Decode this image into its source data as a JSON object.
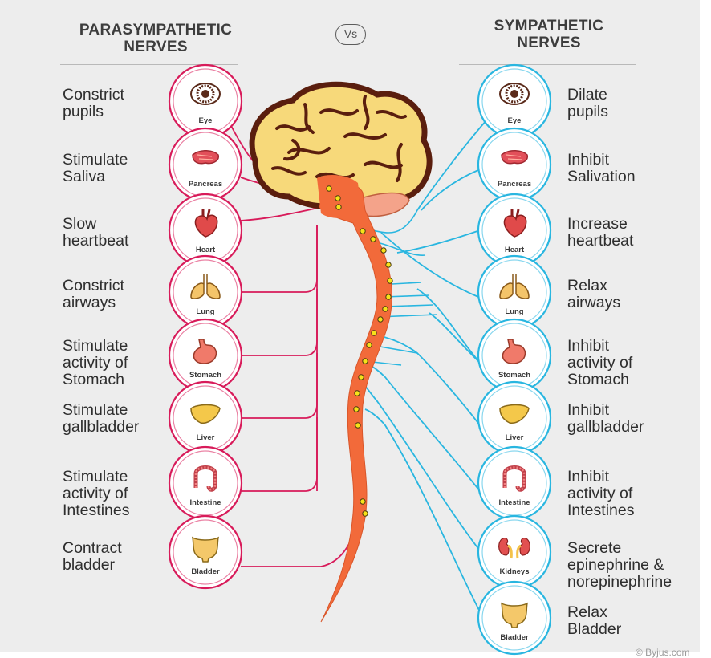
{
  "headers": {
    "left": [
      "PARASYMPATHETIC",
      "NERVES"
    ],
    "right": [
      "SYMPATHETIC",
      "NERVES"
    ],
    "vs": "Vs"
  },
  "parasympathetic": [
    {
      "organ": "Eye",
      "lines": [
        "Constrict",
        "pupils"
      ]
    },
    {
      "organ": "Pancreas",
      "lines": [
        "Stimulate",
        "Saliva"
      ]
    },
    {
      "organ": "Heart",
      "lines": [
        "Slow",
        "heartbeat"
      ]
    },
    {
      "organ": "Lung",
      "lines": [
        "Constrict",
        "airways"
      ]
    },
    {
      "organ": "Stomach",
      "lines": [
        "Stimulate",
        "activity of",
        "Stomach"
      ]
    },
    {
      "organ": "Liver",
      "lines": [
        "Stimulate",
        "gallbladder"
      ]
    },
    {
      "organ": "Intestine",
      "lines": [
        "Stimulate",
        "activity of",
        "Intestines"
      ]
    },
    {
      "organ": "Bladder",
      "lines": [
        "Contract",
        "bladder"
      ]
    }
  ],
  "sympathetic": [
    {
      "organ": "Eye",
      "lines": [
        "Dilate",
        "pupils"
      ]
    },
    {
      "organ": "Pancreas",
      "lines": [
        "Inhibit",
        "Salivation"
      ]
    },
    {
      "organ": "Heart",
      "lines": [
        "Increase",
        "heartbeat"
      ]
    },
    {
      "organ": "Lung",
      "lines": [
        "Relax",
        "airways"
      ]
    },
    {
      "organ": "Stomach",
      "lines": [
        "Inhibit",
        "activity of",
        "Stomach"
      ]
    },
    {
      "organ": "Liver",
      "lines": [
        "Inhibit",
        "gallbladder"
      ]
    },
    {
      "organ": "Intestine",
      "lines": [
        "Inhibit",
        "activity of",
        "Intestines"
      ]
    },
    {
      "organ": "Kidneys",
      "lines": [
        "Secrete",
        "epinephrine &",
        "norepinephrine"
      ]
    },
    {
      "organ": "Bladder",
      "lines": [
        "Relax",
        "Bladder"
      ]
    }
  ],
  "colors": {
    "parasympathetic": "#d81b5a",
    "sympathetic": "#29b6e0",
    "spinal_cord": "#f26a3a",
    "brain": "#f7d97a",
    "brain_outline": "#5a1e0e",
    "ganglion": "#f7e21a"
  },
  "icons": [
    "eye-icon",
    "pancreas-icon",
    "heart-icon",
    "lung-icon",
    "stomach-icon",
    "liver-icon",
    "intestine-icon",
    "kidneys-icon",
    "bladder-icon",
    "brain-icon"
  ],
  "credit": "© Byjus.com"
}
